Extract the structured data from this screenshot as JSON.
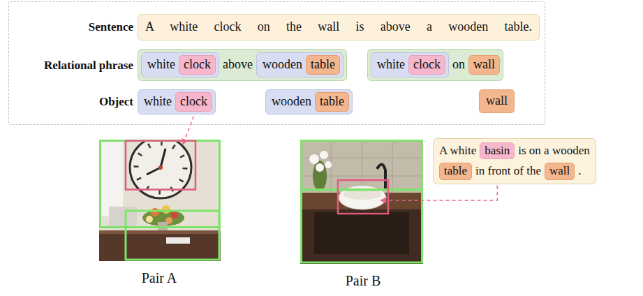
{
  "diagram": {
    "nodes": [
      {
        "text": [
          "Sentence",
          "Relational phrase",
          "Object"
        ]
      },
      {
        "text": [
          "A white clock on the wall is above a wooden table."
        ],
        "in": 0
      },
      {
        "text": [
          "above"
        ],
        "in": 0
      },
      {
        "text": [
          "white"
        ],
        "in": 2
      },
      {
        "text": [
          "clock"
        ],
        "in": 3
      },
      {
        "text": [
          "wooden"
        ],
        "in": 2
      },
      {
        "text": [
          "table"
        ],
        "in": 5
      },
      {
        "text": [
          "on"
        ],
        "in": 0
      },
      {
        "text": [
          "white"
        ],
        "in": 7
      },
      {
        "text": [
          "clock"
        ],
        "in": 8
      },
      {
        "text": [
          "wall"
        ],
        "in": 7
      },
      {
        "text": [
          "white"
        ],
        "in": 0
      },
      {
        "text": [
          "clock"
        ],
        "in": 11
      },
      {
        "text": [
          "wooden"
        ],
        "in": 0
      },
      {
        "text": [
          "table"
        ],
        "in": 13
      },
      {
        "text": [
          "wall"
        ],
        "in": 0
      },
      {
        "text": [
          "A white",
          "is on a wooden",
          "in front of the",
          "."
        ]
      },
      {
        "text": [
          "basin"
        ],
        "in": 16
      },
      {
        "text": [
          "table"
        ],
        "in": 16
      },
      {
        "text": [
          "wall"
        ],
        "in": 16
      }
    ],
    "labels": [
      "Pair A",
      "Pair B"
    ]
  }
}
